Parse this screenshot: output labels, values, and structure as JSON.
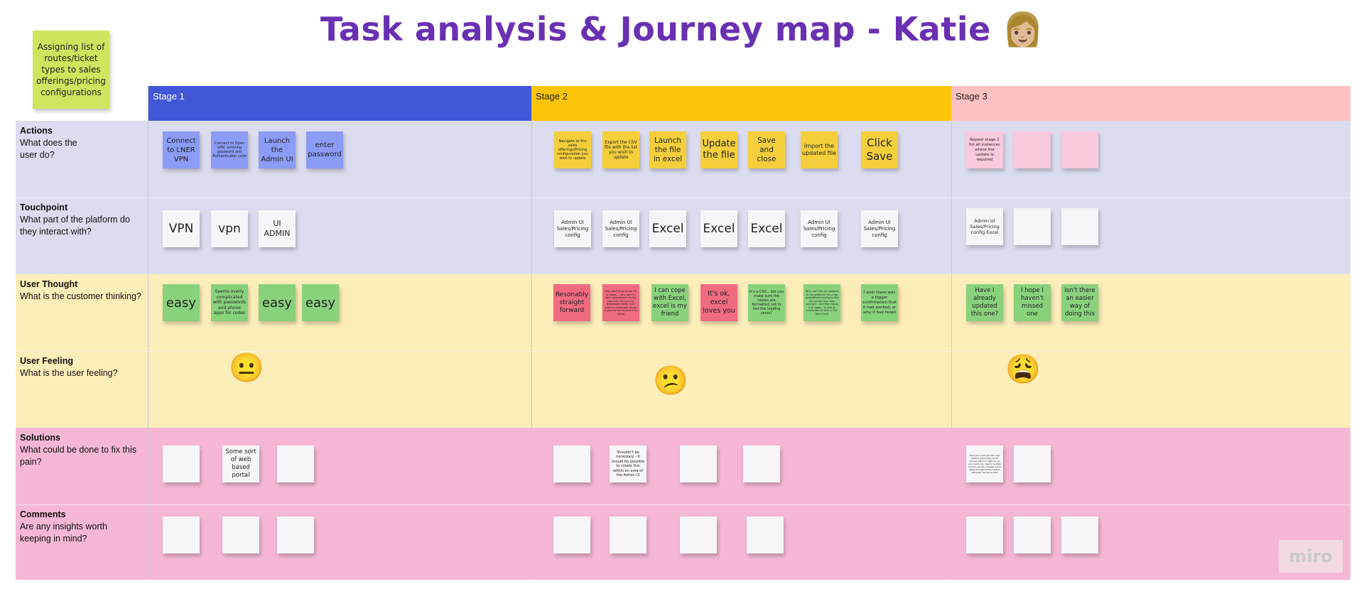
{
  "board": {
    "title": "Task analysis & Journey map - Katie 👩🏼",
    "watermark": "miro",
    "header_note": "Assigning list of routes/ticket types to sales offerings/pricing configurations"
  },
  "stages": [
    {
      "label": "Stage 1",
      "color": "#4058d8"
    },
    {
      "label": "Stage 2",
      "color": "#fdc50a"
    },
    {
      "label": "Stage 3",
      "color": "#ffc1c2"
    }
  ],
  "rows": [
    {
      "title": "Actions",
      "question": "What does the user do?"
    },
    {
      "title": "Touchpoint",
      "question": "What part of the platform do they interact with?"
    },
    {
      "title": "User Thought",
      "question": "What is the customer thinking?"
    },
    {
      "title": "User Feeling",
      "question": "What is the user feeling?"
    },
    {
      "title": "Solutions",
      "question": "What could be done to fix this pain?"
    },
    {
      "title": "Comments",
      "question": "Are any insights worth keeping in mind?"
    }
  ],
  "notes": {
    "actions": [
      "Connect to LNER VPN",
      "Connect to Open VPN, entering password and Authenticator code",
      "Launch the Admin UI",
      "enter password",
      "Navigate to the sales offerings/Pricing configuration you wish to update",
      "Export the CSV file with the list you wish to update",
      "Launch the file in excel",
      "Update the file",
      "Save and close",
      "Import the updated file",
      "Click Save",
      "Repeat stage 2 for all instances where the update is required",
      "",
      ""
    ],
    "touchpoints": [
      "VPN",
      "vpn",
      "UI ADMIN",
      "Admin UI Sales/Pricing config",
      "Admin UI Sales/Pricing config",
      "Excel",
      "Excel",
      "Excel",
      "Admin UI Sales/Pricing config",
      "Admin UI Sales/Pricing config",
      "Admin UI Sales/Pricing config Excel",
      "",
      ""
    ],
    "thoughts": [
      "easy",
      "Seems overly complicated with passwords and phone apps for codes",
      "easy",
      "easy",
      "Resonably straight forward",
      "Why won't it go to the file it shows — why won't it save somewhere I know, then the CSV is in my Downloads folder, but I need to remember where it goes to the imported file listing",
      "I can cope with Excel, excel is my friend",
      "It's ok, excel loves you",
      "It's a CSV... did you make sure the routes are formatted not to lost the leading zeros?",
      "Why can't this be updated in the platform? It's a big spreadsheet having to find the correct line, then saving it - and then doing it all again - is hard to remember to save a CSV from Excel",
      "I wish there was a bigger confirmation that it had worked, or why it had failed",
      "Have I already updated this one?",
      "I hope I haven't missed one",
      "Isn't there an easier way of doing this"
    ],
    "feelings": [
      "😐",
      "😕",
      "😩"
    ],
    "solutions": [
      "",
      "Some sort of web based portal",
      "",
      "",
      "Shouldn't be necessary - it should be possible to create this within an area of the Admin UI",
      "",
      "",
      "Using (a) could give the user feature which they could choose which to apply to, so you could only need to update once for all the changes would apply throughout the system wherever the list is used",
      ""
    ],
    "comments": [
      "",
      "",
      "",
      "",
      "",
      "",
      "",
      "",
      "",
      ""
    ]
  }
}
